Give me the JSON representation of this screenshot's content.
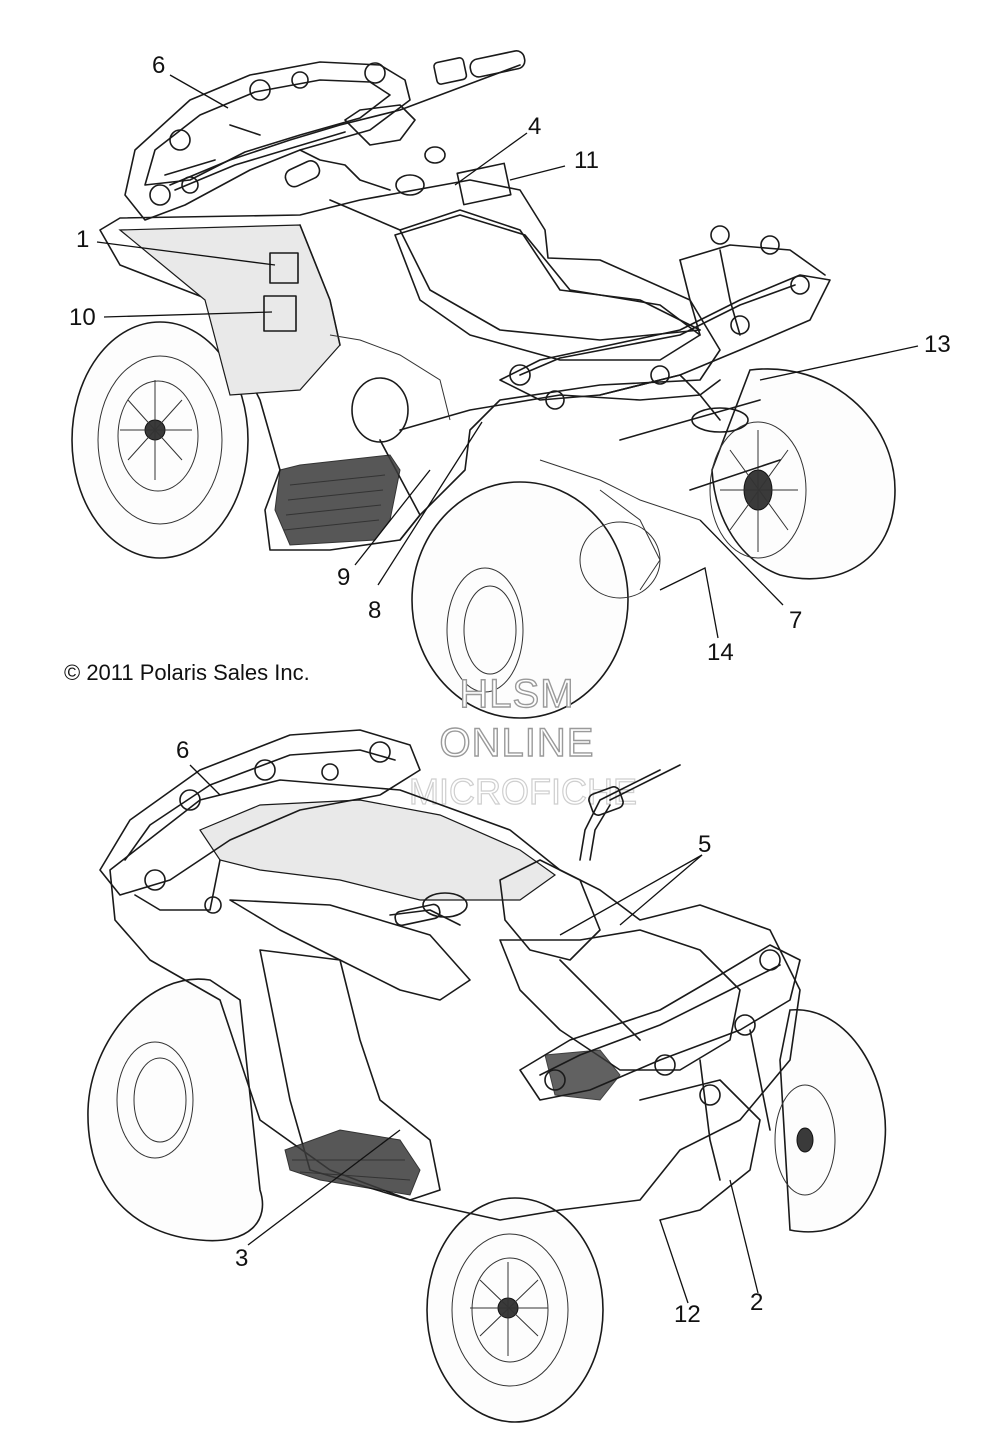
{
  "copyright": "© 2011 Polaris Sales Inc.",
  "watermark": {
    "line1": "HLSM",
    "line2": "ONLINE",
    "line3": "MICROFICHE"
  },
  "callouts_top": {
    "c1": "1",
    "c4": "4",
    "c6": "6",
    "c7": "7",
    "c8": "8",
    "c9": "9",
    "c10": "10",
    "c11": "11",
    "c13": "13",
    "c14": "14"
  },
  "callouts_bottom": {
    "c2": "2",
    "c3": "3",
    "c5": "5",
    "c6": "6",
    "c12": "12"
  }
}
